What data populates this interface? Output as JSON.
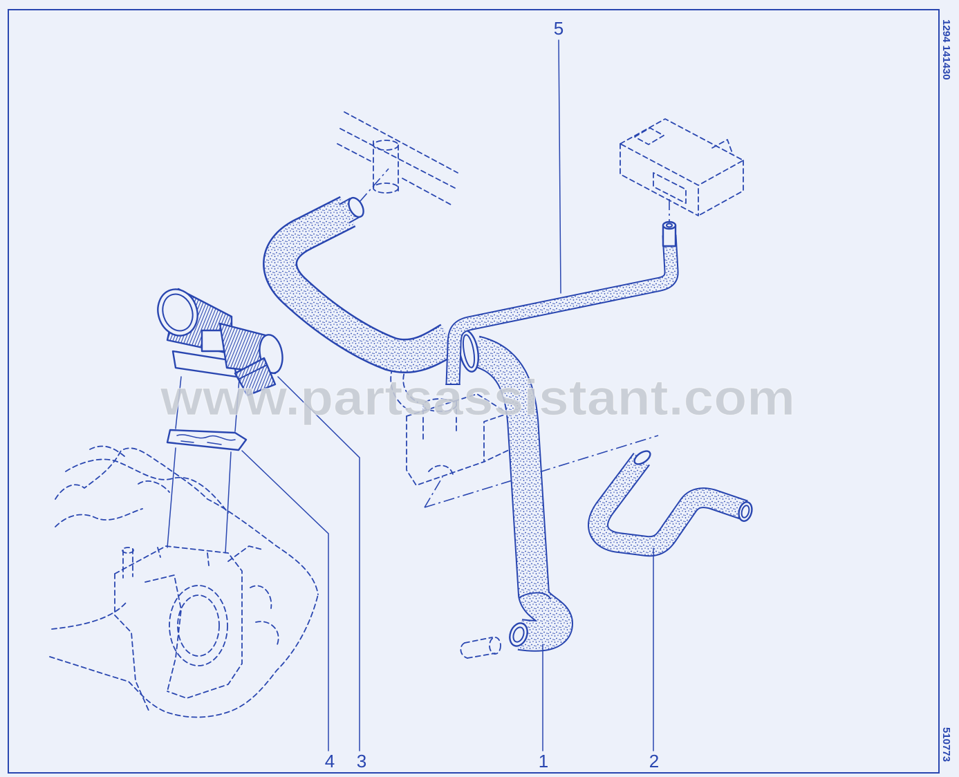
{
  "diagram": {
    "reference_code": "1294 141430",
    "drawing_number": "510773",
    "watermark": "www.partsassistant.com",
    "callouts": {
      "part_1": "1",
      "part_2": "2",
      "part_3": "3",
      "part_4": "4",
      "part_5": "5"
    }
  },
  "colors": {
    "ink": "#2946b0",
    "background": "#edf1fa",
    "watermark": "#c5c9d2"
  }
}
